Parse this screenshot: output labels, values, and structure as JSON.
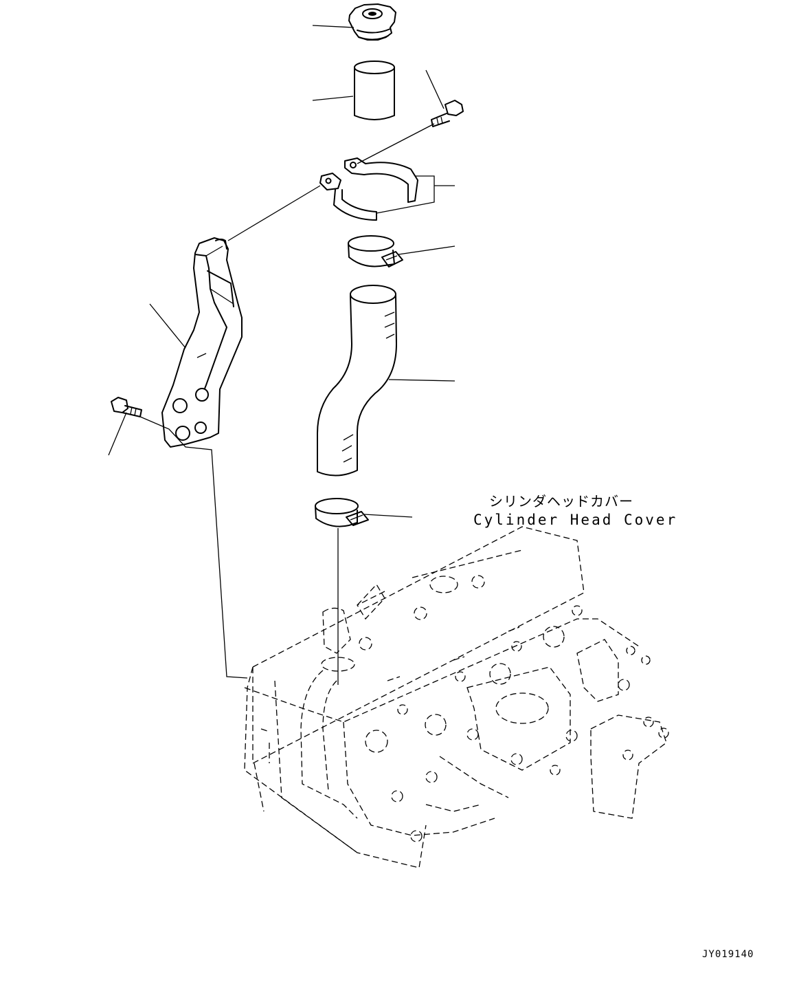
{
  "labels": {
    "component_jp": "シリンダヘッドカバー",
    "component_en": "Cylinder Head Cover",
    "drawing_number": "JY019140"
  }
}
